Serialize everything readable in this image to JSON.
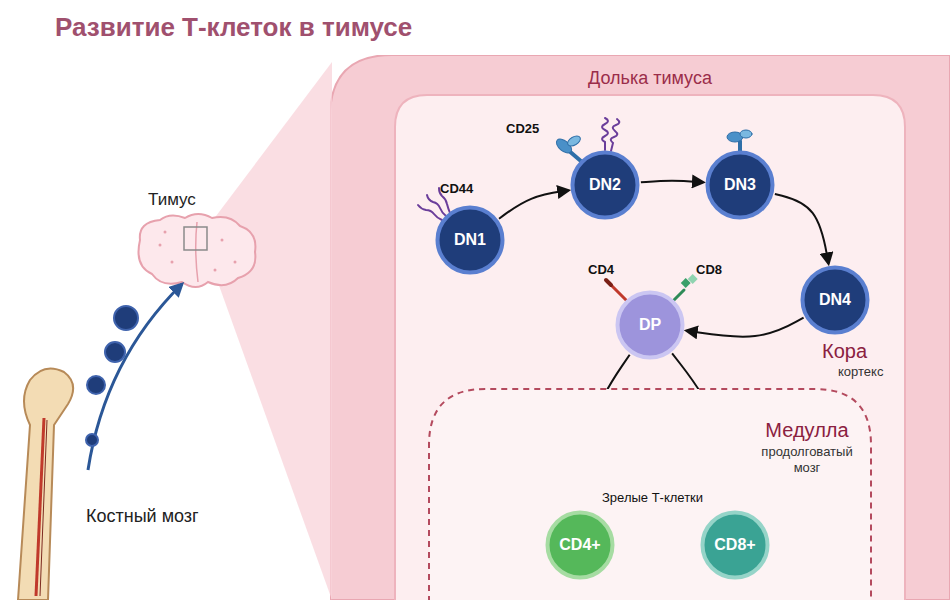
{
  "diagram": {
    "title": "Развитие Т-клеток в тимусе",
    "nodes": [
      {
        "text": [
          "Долька тимуса"
        ]
      },
      {
        "text": [
          "DN1"
        ],
        "in": 0
      },
      {
        "text": [
          "DN2"
        ],
        "in": 0
      },
      {
        "text": [
          "DN3"
        ],
        "in": 0
      },
      {
        "text": [
          "DN4"
        ],
        "in": 0
      },
      {
        "text": [
          "DP"
        ],
        "in": 0
      },
      {
        "text": [
          "Медулла",
          "продолговатый мозг"
        ],
        "in": 0
      },
      {
        "text": [
          "CD4+"
        ],
        "in": 6
      },
      {
        "text": [
          "CD8+"
        ],
        "in": 6
      }
    ],
    "edges": [
      {
        "from": 1,
        "to": 2,
        "arrow": "to"
      },
      {
        "from": 2,
        "to": 3,
        "arrow": "to"
      },
      {
        "from": 3,
        "to": 4,
        "arrow": "to"
      },
      {
        "from": 4,
        "to": 5,
        "arrow": "to"
      },
      {
        "from": 5,
        "to": 7,
        "arrow": "to"
      },
      {
        "from": 5,
        "to": 8,
        "arrow": "to"
      }
    ],
    "labels": [
      "Тимус",
      "Костный мозг",
      "CD44",
      "CD25",
      "CD4",
      "CD8",
      "Кора",
      "кортекс",
      "Зрелые Т-клетки"
    ]
  }
}
